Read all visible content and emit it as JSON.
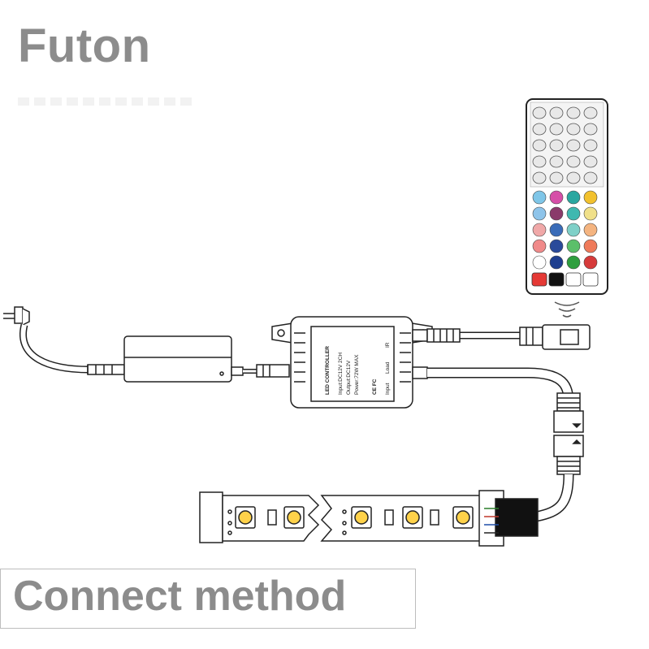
{
  "header": {
    "brand": "Futon"
  },
  "controller": {
    "title": "LED CONTROLLER",
    "input": "Input:DC12V 2CH",
    "output": "Output:DC12V",
    "power": "Power:72W MAX",
    "marks": "CE FC",
    "ir_label": "IR",
    "load_label": "Load",
    "input_label": "Input"
  },
  "remote": {
    "buttons": 44
  },
  "caption": {
    "text": "Connect method"
  }
}
